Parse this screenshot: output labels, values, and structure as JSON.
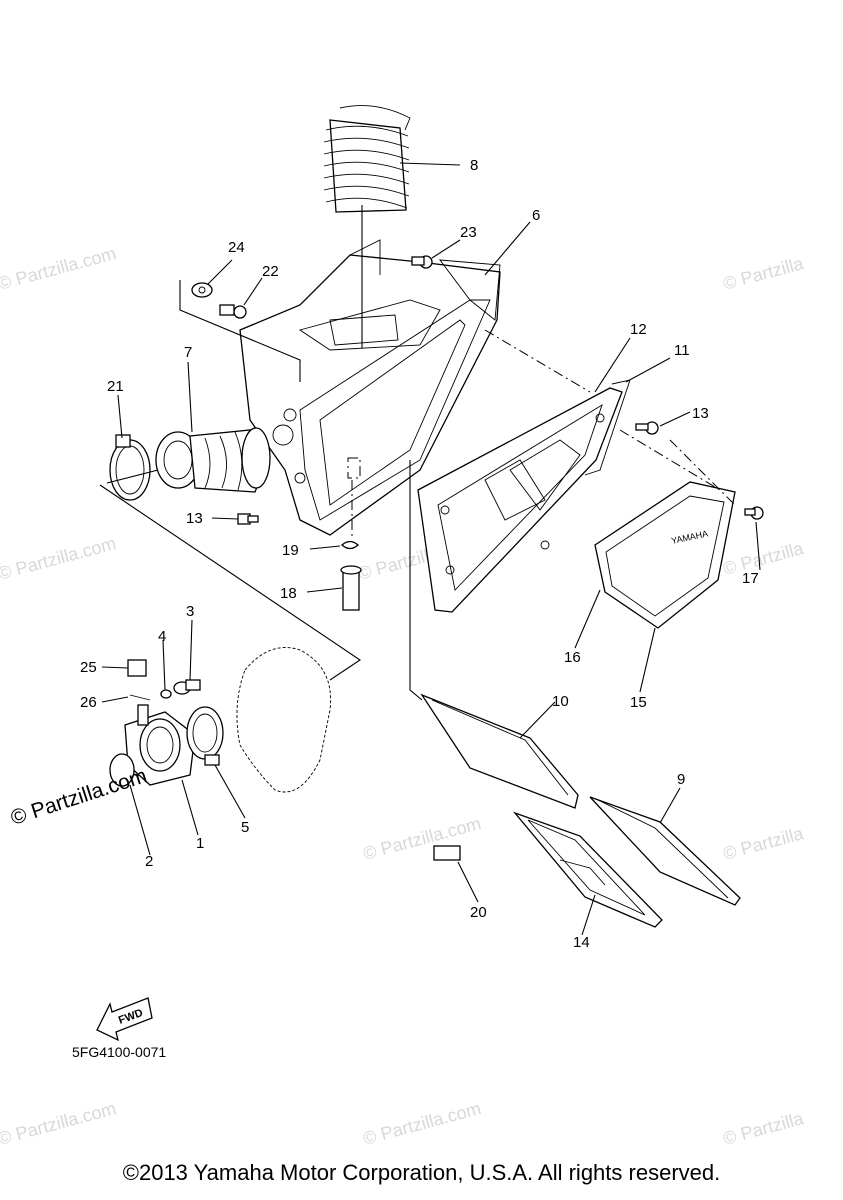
{
  "diagram": {
    "part_code": "5FG4100-0071",
    "fwd_label": "FWD",
    "yamaha_label": "YAMAHA",
    "copyright": "©2013 Yamaha Motor Corporation, U.S.A. All rights reserved.",
    "watermark": "© Partzilla.com",
    "watermark_short": "© Partzilla",
    "callouts": [
      "1",
      "2",
      "3",
      "4",
      "5",
      "6",
      "7",
      "8",
      "9",
      "10",
      "11",
      "12",
      "13",
      "13",
      "14",
      "15",
      "16",
      "17",
      "18",
      "19",
      "20",
      "21",
      "22",
      "23",
      "24",
      "25",
      "26"
    ]
  }
}
